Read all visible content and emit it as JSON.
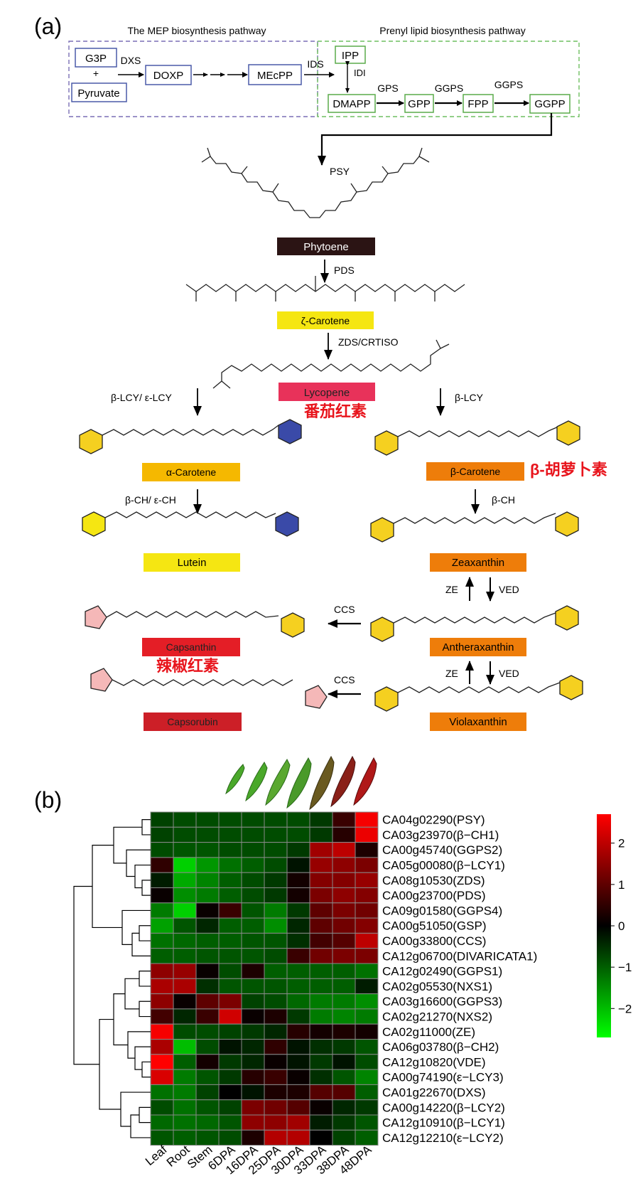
{
  "panel_a": {
    "label": "(a)",
    "mep_title": "The MEP biosynthesis pathway",
    "prenyl_title": "Prenyl lipid biosynthesis pathway",
    "g3p": "G3P",
    "plus": "+",
    "pyruvate": "Pyruvate",
    "dxs": "DXS",
    "doxp": "DOXP",
    "mecpp": "MEcPP",
    "ids": "IDS",
    "ipp": "IPP",
    "idi": "IDI",
    "dmapp": "DMAPP",
    "gps": "GPS",
    "gpp": "GPP",
    "ggps1": "GGPS",
    "fpp": "FPP",
    "ggps2": "GGPS",
    "ggpp": "GGPP",
    "psy": "PSY",
    "phytoene": "Phytoene",
    "pds": "PDS",
    "zeta": "ζ-Carotene",
    "zds": "ZDS/CRTISO",
    "lycopene": "Lycopene",
    "lycopene_cn": "番茄红素",
    "blcy_elcy": "β-LCY/ ε-LCY",
    "blcy": "β-LCY",
    "alpha": "α-Carotene",
    "beta": "β-Carotene",
    "beta_cn": "β-胡萝卜素",
    "bch_ech": "β-CH/ ε-CH",
    "bch": "β-CH",
    "lutein": "Lutein",
    "zeaxanthin": "Zeaxanthin",
    "ze1": "ZE",
    "ved1": "VED",
    "ccs1": "CCS",
    "capsanthin": "Capsanthin",
    "capsanthin_cn": "辣椒红素",
    "antheraxanthin": "Antheraxanthin",
    "ze2": "ZE",
    "ved2": "VED",
    "ccs2": "CCS",
    "capsorubin": "Capsorubin",
    "violaxanthin": "Violaxanthin"
  },
  "colors": {
    "phytoene": "#2b1414",
    "zeta": "#f5e612",
    "lycopene": "#e8325a",
    "alpha": "#f5b800",
    "beta": "#ee7d0a",
    "lutein": "#f5e612",
    "zeaxanthin": "#ee7d0a",
    "capsanthin": "#e41e26",
    "antheraxanthin": "#ee7d0a",
    "capsorubin": "#cc1f27",
    "violaxanthin": "#ee7d0a",
    "cn_text": "#e8141c",
    "mep_box": "#4a5aa8",
    "prenyl_box": "#5aab4a"
  },
  "panel_b": {
    "label": "(b)",
    "columns": [
      "Leaf",
      "Root",
      "Stem",
      "6DPA",
      "16DPA",
      "25DPA",
      "30DPA",
      "33DPA",
      "38DPA",
      "48DPA"
    ],
    "rows": [
      {
        "gene": "CA04g02290(PSY)",
        "values": [
          -0.7,
          -0.8,
          -0.8,
          -0.8,
          -0.8,
          -0.8,
          -0.8,
          -0.6,
          0.6,
          2.6
        ]
      },
      {
        "gene": "CA03g23970(β−CH1)",
        "values": [
          -0.7,
          -0.8,
          -0.8,
          -0.8,
          -0.8,
          -0.8,
          -0.8,
          -0.6,
          0.4,
          2.5
        ]
      },
      {
        "gene": "CA00g45740(GGPS2)",
        "values": [
          -0.8,
          -0.9,
          -0.9,
          -0.8,
          -0.8,
          -0.8,
          -0.6,
          1.7,
          2.0,
          0.3
        ]
      },
      {
        "gene": "CA05g00080(β−LCY1)",
        "values": [
          0.5,
          -2.2,
          -1.6,
          -1.2,
          -1.0,
          -0.8,
          -0.2,
          1.6,
          1.5,
          1.3
        ]
      },
      {
        "gene": "CA08g10530(ZDS)",
        "values": [
          -0.3,
          -1.8,
          -1.4,
          -1.0,
          -0.8,
          -0.6,
          0.2,
          1.4,
          1.4,
          1.6
        ]
      },
      {
        "gene": "CA00g23700(PDS)",
        "values": [
          0.1,
          -1.5,
          -1.3,
          -1.0,
          -0.8,
          -0.6,
          0.2,
          1.3,
          1.5,
          1.4
        ]
      },
      {
        "gene": "CA09g01580(GGPS4)",
        "values": [
          -1.3,
          -2.2,
          0.1,
          0.6,
          -0.9,
          -1.3,
          -0.6,
          1.0,
          1.3,
          1.2
        ]
      },
      {
        "gene": "CA00g51050(GSP)",
        "values": [
          -1.7,
          -0.9,
          -0.4,
          -1.0,
          -1.0,
          -1.5,
          -0.4,
          1.0,
          1.2,
          1.4
        ]
      },
      {
        "gene": "CA00g33800(CCS)",
        "values": [
          -1.2,
          -1.1,
          -1.0,
          -1.0,
          -0.9,
          -0.9,
          -0.5,
          0.7,
          0.9,
          2.0
        ]
      },
      {
        "gene": "CA12g06700(DIVARICATA1)",
        "values": [
          -1.0,
          -1.0,
          -0.9,
          -0.9,
          -0.9,
          -0.8,
          0.6,
          1.2,
          1.3,
          1.3
        ]
      },
      {
        "gene": "CA12g02490(GGPS1)",
        "values": [
          1.5,
          1.6,
          0.1,
          -0.8,
          0.3,
          -1.0,
          -1.0,
          -1.0,
          -1.0,
          -1.2
        ]
      },
      {
        "gene": "CA02g05530(NXS1)",
        "values": [
          1.8,
          1.8,
          -0.5,
          -0.9,
          -0.9,
          -0.9,
          -1.0,
          -1.0,
          -1.0,
          -0.3
        ]
      },
      {
        "gene": "CA03g16600(GGPS3)",
        "values": [
          1.5,
          0.1,
          1.0,
          1.3,
          -0.7,
          -0.8,
          -1.1,
          -1.3,
          -1.3,
          -1.5
        ]
      },
      {
        "gene": "CA02g21270(NXS2)",
        "values": [
          0.7,
          -0.4,
          0.6,
          2.2,
          0.1,
          0.3,
          -0.6,
          -1.3,
          -1.4,
          -1.3
        ]
      },
      {
        "gene": "CA02g11000(ZE)",
        "values": [
          2.6,
          -0.8,
          -0.8,
          -0.7,
          -0.6,
          -0.4,
          0.4,
          0.2,
          0.3,
          0.2
        ]
      },
      {
        "gene": "CA06g03780(β−CH2)",
        "values": [
          1.8,
          -2.0,
          -0.8,
          -0.2,
          -0.4,
          0.5,
          -0.2,
          -0.5,
          -0.6,
          -0.9
        ]
      },
      {
        "gene": "CA12g10820(VDE)",
        "values": [
          2.7,
          -1.0,
          0.2,
          -0.6,
          -0.4,
          0.1,
          -0.2,
          -0.6,
          -0.2,
          -0.8
        ]
      },
      {
        "gene": "CA00g74190(ε−LCY3)",
        "values": [
          2.3,
          -1.3,
          -0.9,
          -0.6,
          0.4,
          0.6,
          0.1,
          -0.5,
          -0.9,
          -1.4
        ]
      },
      {
        "gene": "CA01g22670(DXS)",
        "values": [
          -1.2,
          -1.3,
          -0.7,
          0.0,
          -0.2,
          0.3,
          0.3,
          0.9,
          0.9,
          -1.0
        ]
      },
      {
        "gene": "CA00g14220(β−LCY2)",
        "values": [
          -0.8,
          -1.2,
          -0.9,
          -0.7,
          1.3,
          1.2,
          0.9,
          0.1,
          -0.4,
          -0.6
        ]
      },
      {
        "gene": "CA12g10910(β−LCY1)",
        "values": [
          -1.1,
          -1.2,
          -1.1,
          -0.9,
          1.5,
          1.5,
          1.7,
          -0.3,
          -0.6,
          -0.9
        ]
      },
      {
        "gene": "CA12g12210(ε−LCY2)",
        "values": [
          -0.9,
          -1.0,
          -0.9,
          -0.8,
          0.3,
          1.9,
          1.9,
          0.0,
          -0.7,
          -1.0
        ]
      }
    ],
    "colorbar_ticks": [
      "2",
      "1",
      "0",
      "−1",
      "−2"
    ],
    "colorbar_values": [
      2,
      1,
      0,
      -1,
      -2
    ],
    "colorbar_range": [
      -2.7,
      2.7
    ]
  }
}
